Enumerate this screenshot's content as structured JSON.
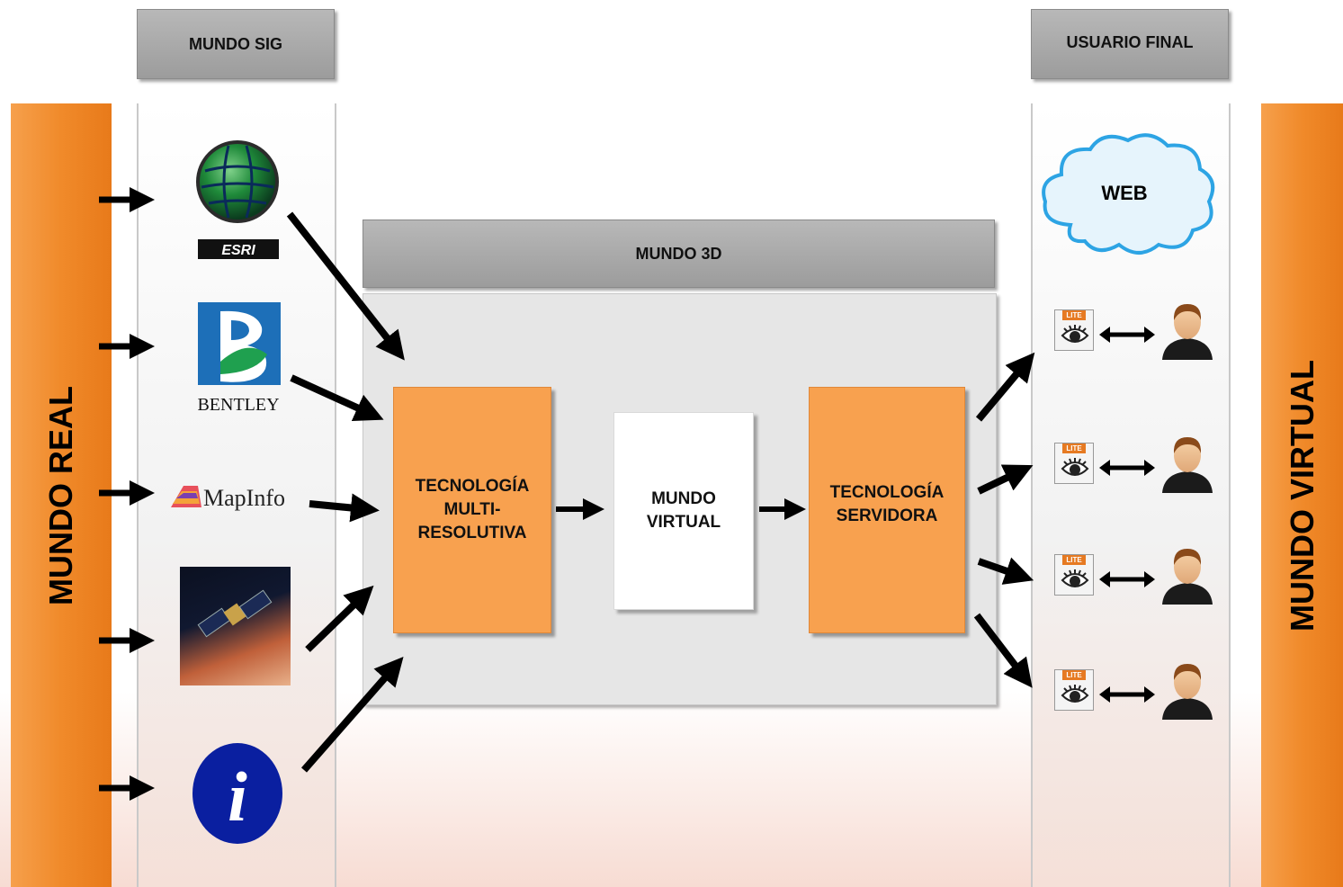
{
  "headers": {
    "mundo_sig": "MUNDO SIG",
    "usuario_final": "USUARIO FINAL",
    "mundo_3d": "MUNDO 3D"
  },
  "side_bars": {
    "left": "MUNDO REAL",
    "right": "MUNDO VIRTUAL"
  },
  "boxes": {
    "tecnologia_multi": "TECNOLOGÍA\nMULTI-\nRESOLUTIVA",
    "mundo_virtual": "MUNDO\nVIRTUAL",
    "tecnologia_servidora": "TECNOLOGÍA\nSERVIDORA"
  },
  "web_cloud": "WEB",
  "logos": {
    "esri": "ESRI",
    "bentley": "BENTLEY",
    "mapinfo": "MapInfo",
    "info": "i",
    "lite": "LITE"
  },
  "colors": {
    "orange": "#f08a2a",
    "box_orange": "#f8a14f",
    "header_gray": "#a8a8a8",
    "cloud_blue": "#33a9e6"
  },
  "icons": [
    "globe-icon",
    "bentley-logo",
    "mapinfo-logo",
    "satellite-image",
    "info-icon",
    "cloud-icon",
    "viewer-icon",
    "user-icon"
  ]
}
